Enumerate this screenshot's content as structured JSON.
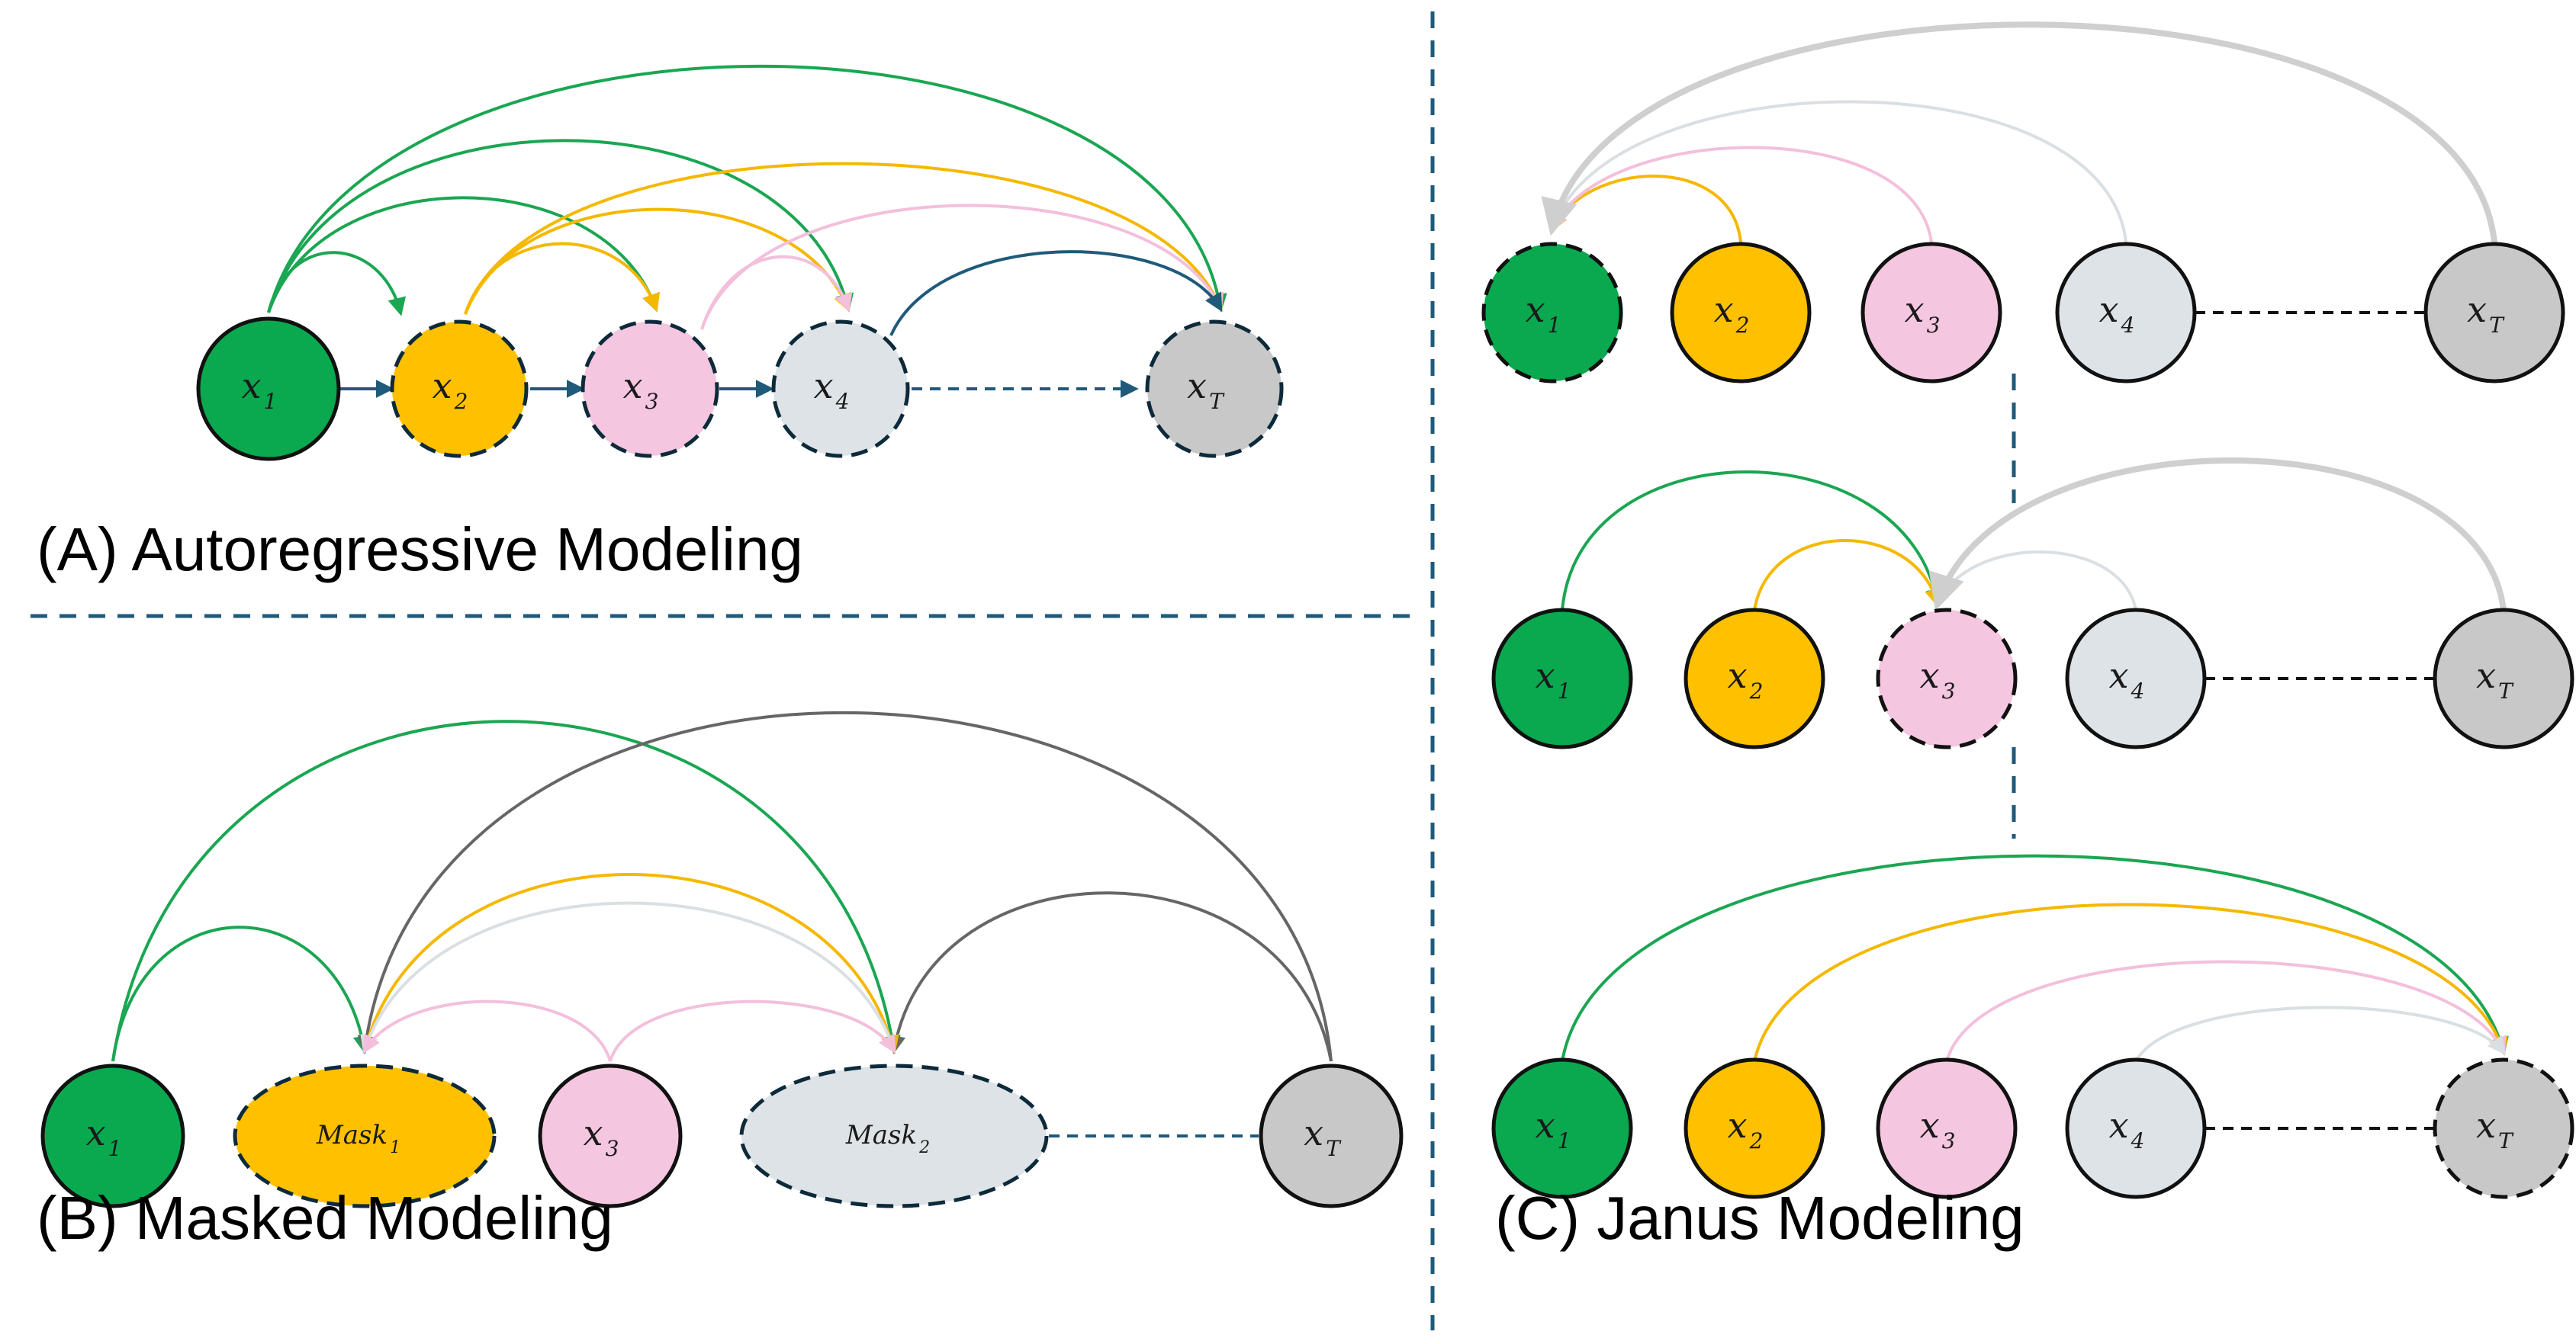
{
  "captions": {
    "autoregressive": "(A) Autoregressive Modeling",
    "masked": "(B) Masked Modeling",
    "janus": "(C) Janus Modeling"
  },
  "tokens": {
    "x1": {
      "base": "x",
      "sub": "1"
    },
    "x2": {
      "base": "x",
      "sub": "2"
    },
    "x3": {
      "base": "x",
      "sub": "3"
    },
    "x4": {
      "base": "x",
      "sub": "4"
    },
    "xT": {
      "base": "x",
      "sub": "T"
    },
    "mask1": {
      "base": "Mask",
      "sub": "1"
    },
    "mask2": {
      "base": "Mask",
      "sub": "2"
    }
  },
  "colors": {
    "green": "#0aa84f",
    "yellow": "#ffc000",
    "pink": "#f5c6e0",
    "lightgray": "#dde3e6",
    "gray": "#c8c8c8",
    "navy": "#1f5a7a",
    "darkgray": "#666666",
    "edge_green": "#1aa652",
    "edge_yellow": "#f5b800",
    "edge_pink": "#f3bfdc",
    "edge_light": "#d9dfe2",
    "edge_gray": "#cfcfcf"
  }
}
